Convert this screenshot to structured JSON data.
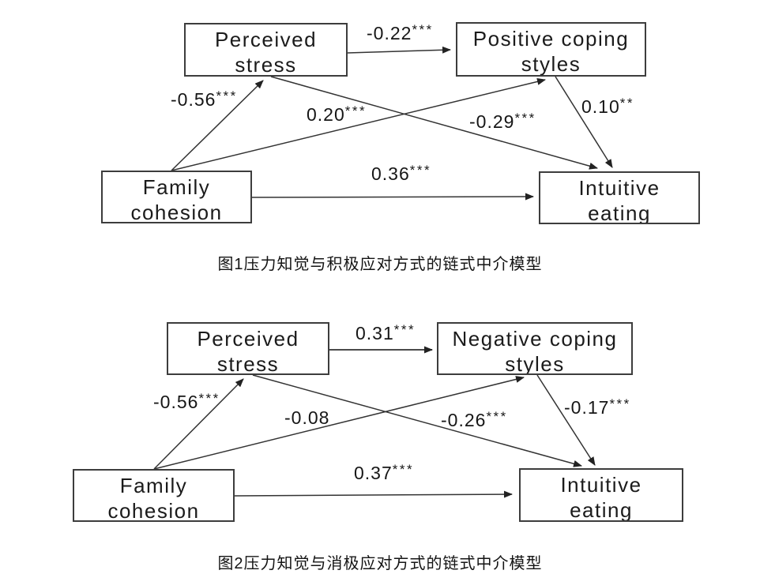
{
  "page": {
    "background": "#ffffff",
    "ink": "#1c1c1c"
  },
  "figure1": {
    "caption": "图1压力知觉与积极应对方式的链式中介模型",
    "nodes": {
      "stress": {
        "line1": "Perceived",
        "line2": "stress"
      },
      "coping": {
        "line1": "Positive coping",
        "line2": "styles"
      },
      "family": {
        "line1": "Family",
        "line2": "cohesion"
      },
      "eating": {
        "line1": "Intuitive",
        "line2": "eating"
      }
    },
    "coefficients": {
      "stress_to_coping": {
        "value": "-0.22",
        "sig": "***"
      },
      "family_to_stress": {
        "value": "-0.56",
        "sig": "***"
      },
      "family_to_coping": {
        "value": "0.20",
        "sig": "***"
      },
      "stress_to_eating": {
        "value": "-0.29",
        "sig": "***"
      },
      "coping_to_eating": {
        "value": "0.10",
        "sig": "**"
      },
      "family_to_eating": {
        "value": "0.36",
        "sig": "***"
      }
    }
  },
  "figure2": {
    "caption": "图2压力知觉与消极应对方式的链式中介模型",
    "nodes": {
      "stress": {
        "line1": "Perceived",
        "line2": "stress"
      },
      "coping": {
        "line1": "Negative coping",
        "line2": "styles"
      },
      "family": {
        "line1": "Family",
        "line2": "cohesion"
      },
      "eating": {
        "line1": "Intuitive",
        "line2": "eating"
      }
    },
    "coefficients": {
      "stress_to_coping": {
        "value": "0.31",
        "sig": "***"
      },
      "family_to_stress": {
        "value": "-0.56",
        "sig": "***"
      },
      "family_to_coping": {
        "value": "-0.08",
        "sig": ""
      },
      "stress_to_eating": {
        "value": "-0.26",
        "sig": "***"
      },
      "coping_to_eating": {
        "value": "-0.17",
        "sig": "***"
      },
      "family_to_eating": {
        "value": "0.37",
        "sig": "***"
      }
    }
  }
}
